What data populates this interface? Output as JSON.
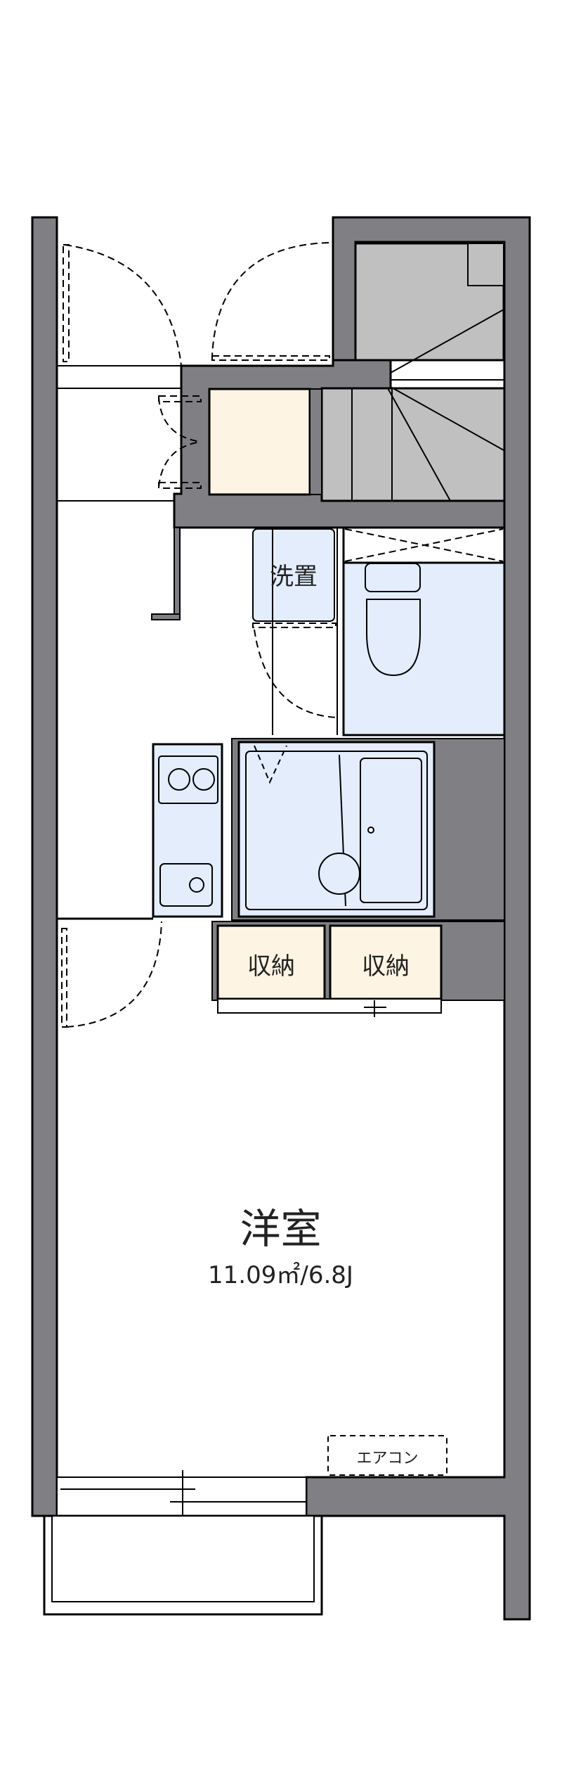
{
  "floorplan": {
    "colors": {
      "wall": "#807f84",
      "stairs": "#c0c0c0",
      "wet_area": "#e3edfc",
      "storage": "#fdf4e3",
      "outline": "#000000"
    },
    "rooms": {
      "western_room": {
        "label": "洋室",
        "area": "11.09㎡/6.8J"
      },
      "laundry": {
        "label": "洗置"
      },
      "storage_left": {
        "label": "収納"
      },
      "storage_right": {
        "label": "収納"
      },
      "air_conditioner": {
        "label": "エアコン"
      }
    }
  }
}
